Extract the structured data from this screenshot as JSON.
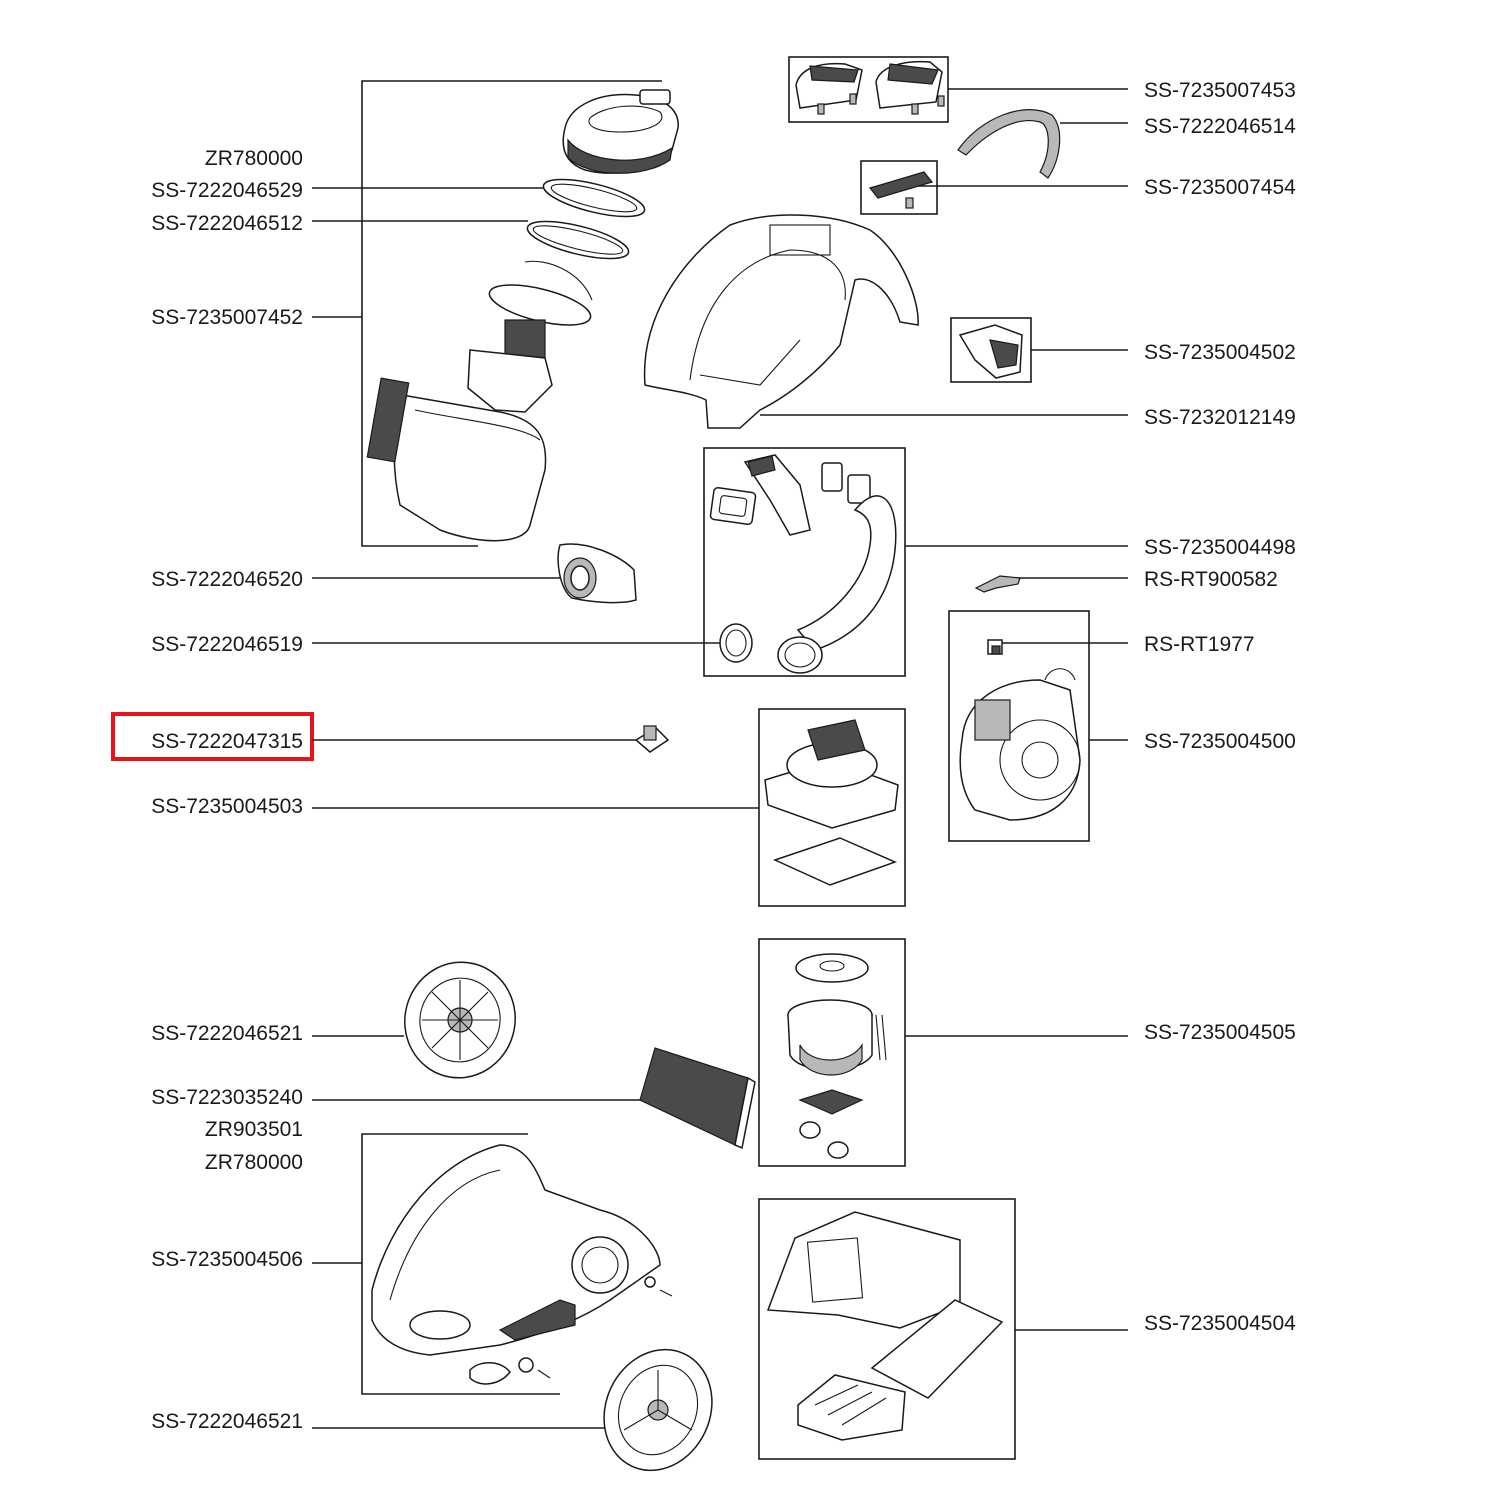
{
  "diagram": {
    "highlight_color": "#e8141b",
    "labels_left": {
      "zr780000_top": "ZR780000",
      "ss_7222046529": "SS-7222046529",
      "ss_7222046512": "SS-7222046512",
      "ss_7235007452": "SS-7235007452",
      "ss_7222046520": "SS-7222046520",
      "ss_7222046519": "SS-7222046519",
      "ss_7222047315": "SS-7222047315",
      "ss_7235004503": "SS-7235004503",
      "ss_7222046521_a": "SS-7222046521",
      "ss_7223035240": "SS-7223035240",
      "zr903501": "ZR903501",
      "zr780000_bottom": "ZR780000",
      "ss_7235004506": "SS-7235004506",
      "ss_7222046521_b": "SS-7222046521"
    },
    "labels_right": {
      "ss_7235007453": "SS-7235007453",
      "ss_7222046514": "SS-7222046514",
      "ss_7235007454": "SS-7235007454",
      "ss_7235004502": "SS-7235004502",
      "ss_7232012149": "SS-7232012149",
      "ss_7235004498": "SS-7235004498",
      "rs_rt900582": "RS-RT900582",
      "rs_rt1977": "RS-RT1977",
      "ss_7235004500": "SS-7235004500",
      "ss_7235004505": "SS-7235004505",
      "ss_7235004504": "SS-7235004504"
    },
    "highlighted_part": "SS-7222047315"
  }
}
